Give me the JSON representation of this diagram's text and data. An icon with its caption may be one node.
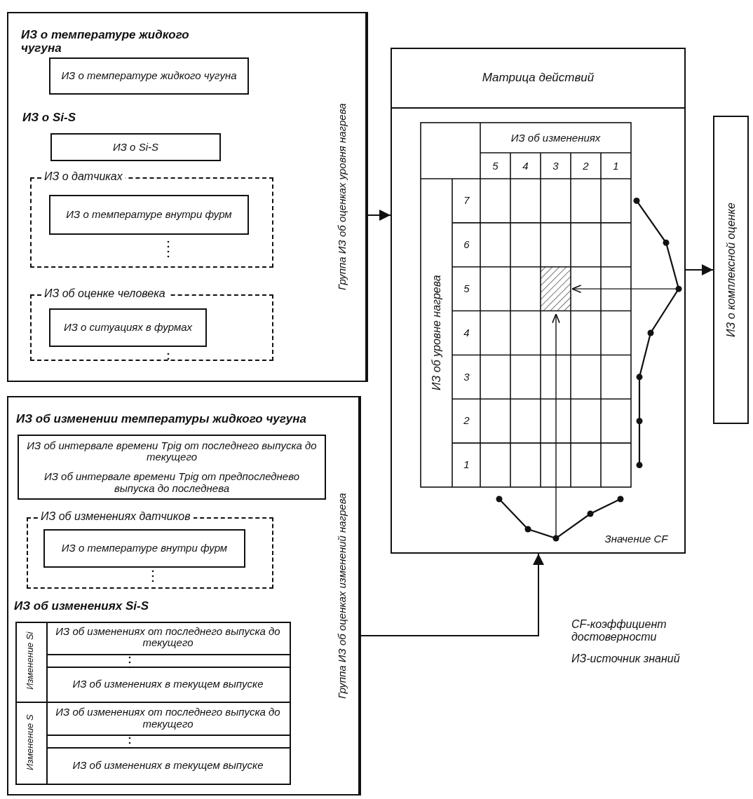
{
  "diagram": {
    "nodes": [
      {
        "text": [
          "Группа ИЗ об оценках уровня нагрева"
        ]
      },
      {
        "text": [
          "ИЗ о температуре жидкого чугуна",
          "ИЗ о температуре жидкого чугуна"
        ],
        "in": 0
      },
      {
        "text": [
          "ИЗ о Si-S",
          "ИЗ о Si-S"
        ],
        "in": 0
      },
      {
        "text": [
          "ИЗ о датчиках"
        ],
        "in": 0
      },
      {
        "text": [
          "ИЗ о температуре внутри фурм"
        ],
        "in": 3
      },
      {
        "text": [
          "ИЗ об оценке человека"
        ],
        "in": 0
      },
      {
        "text": [
          "ИЗ о ситуациях в фурмах"
        ],
        "in": 5
      },
      {
        "text": [
          "Группа ИЗ об оценках изменений нагрева"
        ]
      },
      {
        "text": [
          "ИЗ об изменении температуры жидкого чугуна",
          "ИЗ об интервале времени Tpig от последнего выпуска до текущего",
          "ИЗ об интервале времени Tpig от предпоследнево выпуска до последнева"
        ],
        "in": 7
      },
      {
        "text": [
          "ИЗ об изменениях датчиков"
        ],
        "in": 7
      },
      {
        "text": [
          "ИЗ о температуре внутри фурм"
        ],
        "in": 9
      },
      {
        "text": [
          "ИЗ об изменениях Si-S"
        ],
        "in": 7
      },
      {
        "text": [
          "Изменение Si"
        ],
        "in": 11
      },
      {
        "text": [
          "ИЗ об изменениях от последнего выпуска до текущего"
        ],
        "in": 11
      },
      {
        "text": [],
        "shape": "box",
        "in": 11
      },
      {
        "text": [
          "ИЗ об изменениях в текущем выпуске"
        ],
        "in": 11
      },
      {
        "text": [
          "Изменение S"
        ],
        "in": 11
      },
      {
        "text": [
          "ИЗ об изменениях от последнего выпуска до текущего"
        ],
        "in": 11
      },
      {
        "text": [],
        "shape": "box",
        "in": 11
      },
      {
        "text": [
          "ИЗ об изменениях в текущем выпуске"
        ],
        "in": 11
      },
      {
        "text": [
          "Матрица действий"
        ]
      },
      {
        "text": [
          "ИЗ о комплексной оценке"
        ]
      }
    ],
    "edges": [
      {
        "from": 0,
        "to": 20,
        "arrow": "to"
      },
      {
        "from": 7,
        "to": 20,
        "arrow": "to"
      },
      {
        "from": 20,
        "to": 21,
        "arrow": "to"
      }
    ],
    "labels": [
      "ИЗ об изменениях",
      "5",
      "4",
      "3",
      "2",
      "1",
      "ИЗ об уровне нагрева",
      "7",
      "6",
      "5",
      "4",
      "3",
      "2",
      "1",
      "Значение CF",
      "CF-коэффициент достоверности",
      "ИЗ-источник знаний"
    ]
  }
}
